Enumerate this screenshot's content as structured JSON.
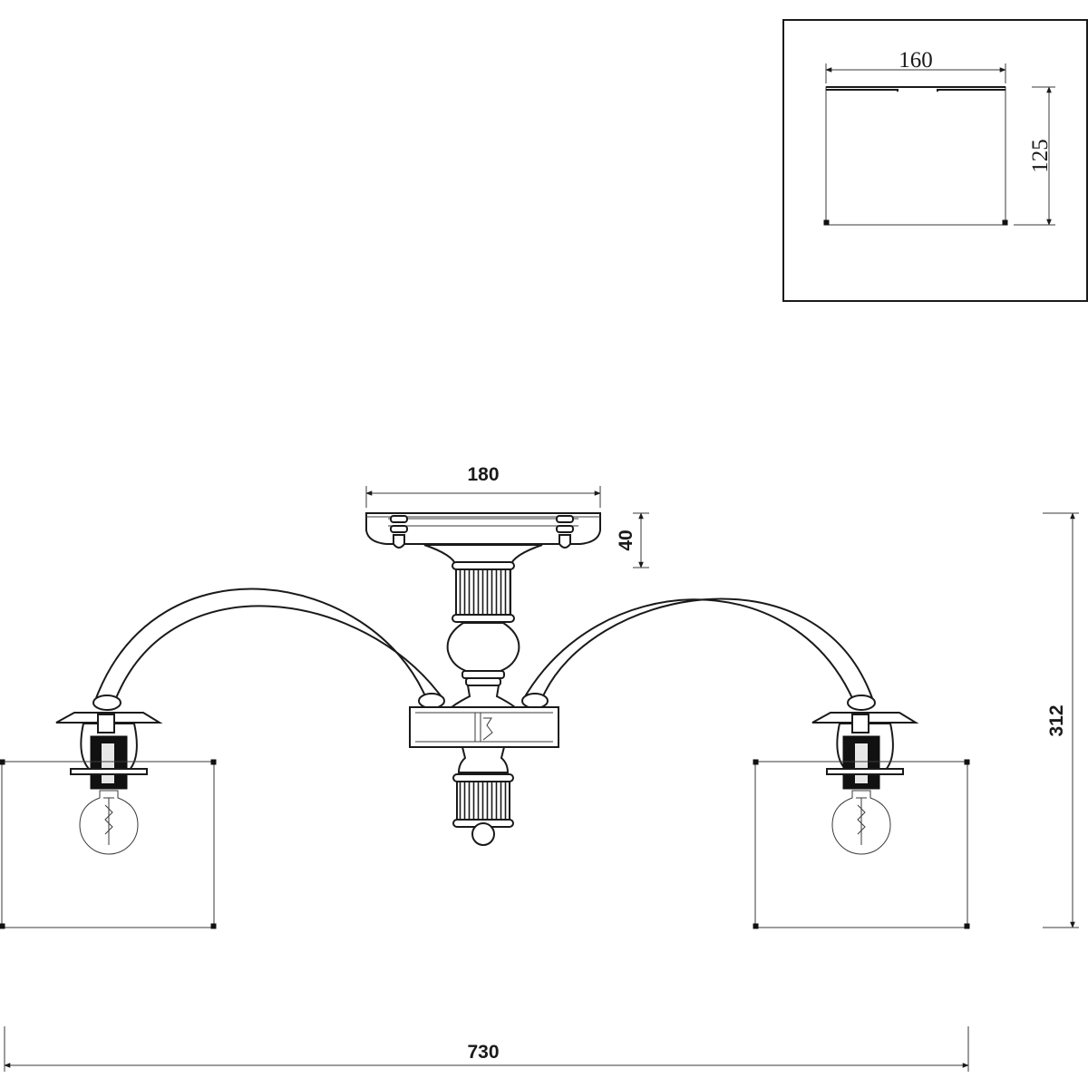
{
  "dimensions": {
    "shade_width": "160",
    "shade_height": "125",
    "canopy_width": "180",
    "canopy_height": "40",
    "total_height": "312",
    "total_width": "730"
  }
}
